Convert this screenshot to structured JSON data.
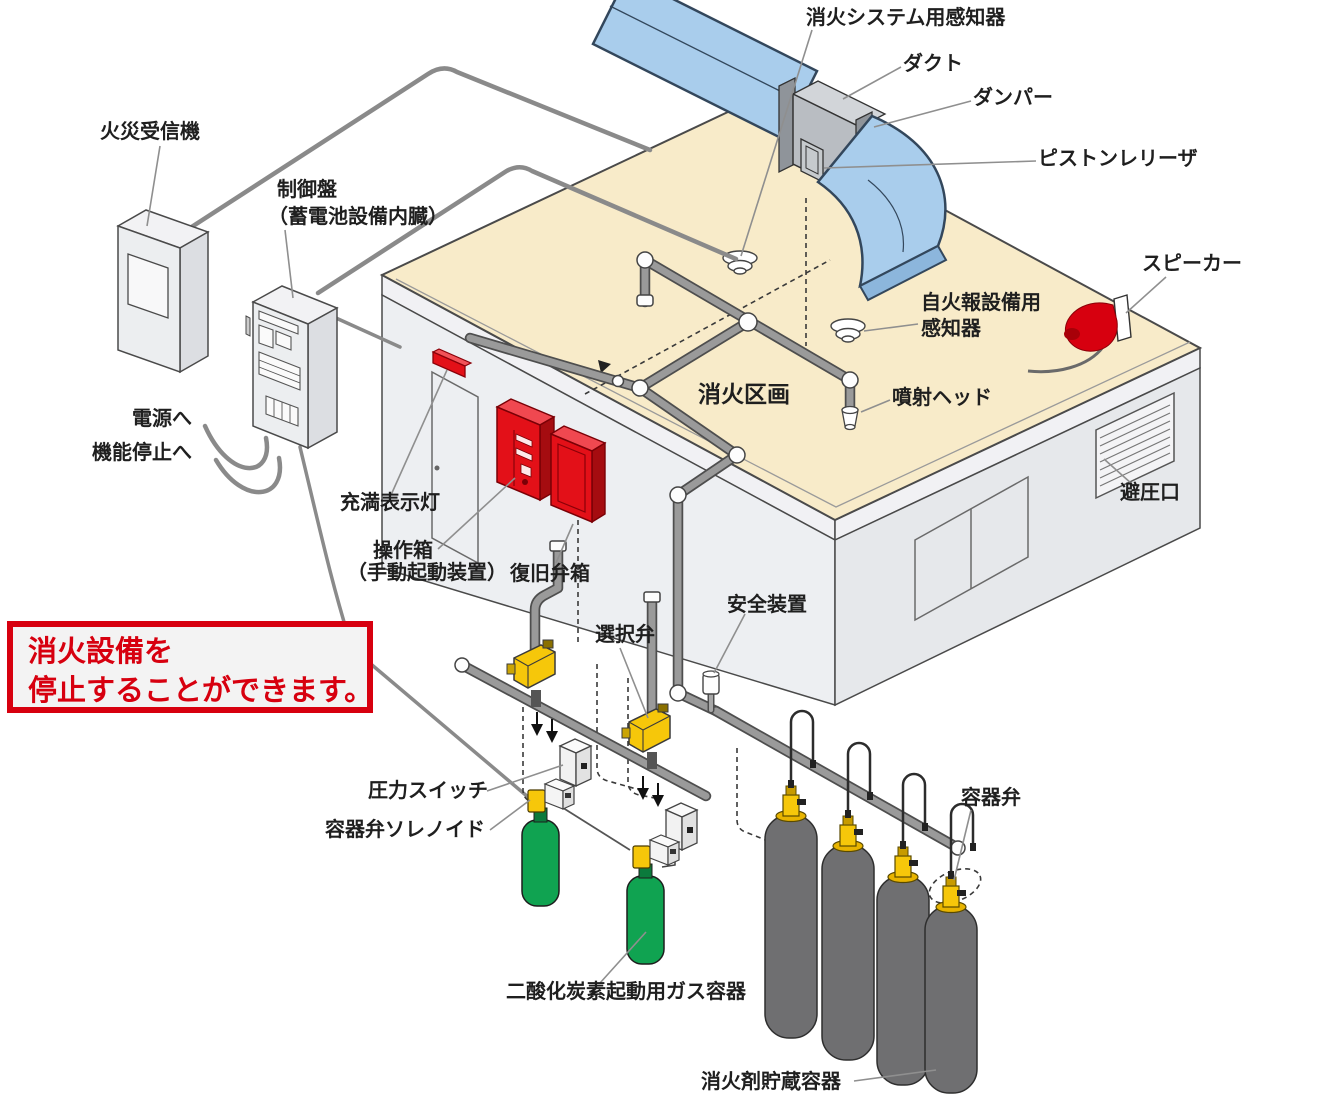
{
  "callout": {
    "line1": "消火設備を",
    "line2": "停止することができます。"
  },
  "labels": {
    "system_detector": "消火システム用感知器",
    "duct": "ダクト",
    "damper": "ダンパー",
    "piston_releaser": "ピストンレリーザ",
    "fire_receiver": "火災受信機",
    "control_panel_line1": "制御盤",
    "control_panel_line2": "（蓄電池設備内臓）",
    "speaker": "スピーカー",
    "fire_alarm_detector_line1": "自火報設備用",
    "fire_alarm_detector_line2": "感知器",
    "fire_zone": "消火区画",
    "spray_head": "噴射ヘッド",
    "to_power": "電源へ",
    "to_function_stop": "機能停止へ",
    "full_indicator_lamp": "充満表示灯",
    "operation_box_line1": "操作箱",
    "operation_box_line2": "（手動起動装置）",
    "recovery_valve_box": "復旧弁箱",
    "pressure_relief_port": "避圧口",
    "safety_device": "安全装置",
    "selector_valve": "選択弁",
    "pressure_switch": "圧力スイッチ",
    "container_valve_solenoid": "容器弁ソレノイド",
    "container_valve": "容器弁",
    "co2_starter_gas_container": "二酸化炭素起動用ガス容器",
    "agent_storage_container": "消火剤貯蔵容器"
  },
  "colors": {
    "callout_red": "#d7000f",
    "device_box_red": "#e31018",
    "duct_blue": "#a9cdec",
    "ceiling_cream": "#f8ebc9",
    "wall_gray": "#edeff2",
    "valve_yellow": "#f6c70a",
    "starter_cylinder_green": "#10a351",
    "storage_cylinder_gray": "#6f6f71",
    "pipe_gray": "#9a9a9a"
  }
}
